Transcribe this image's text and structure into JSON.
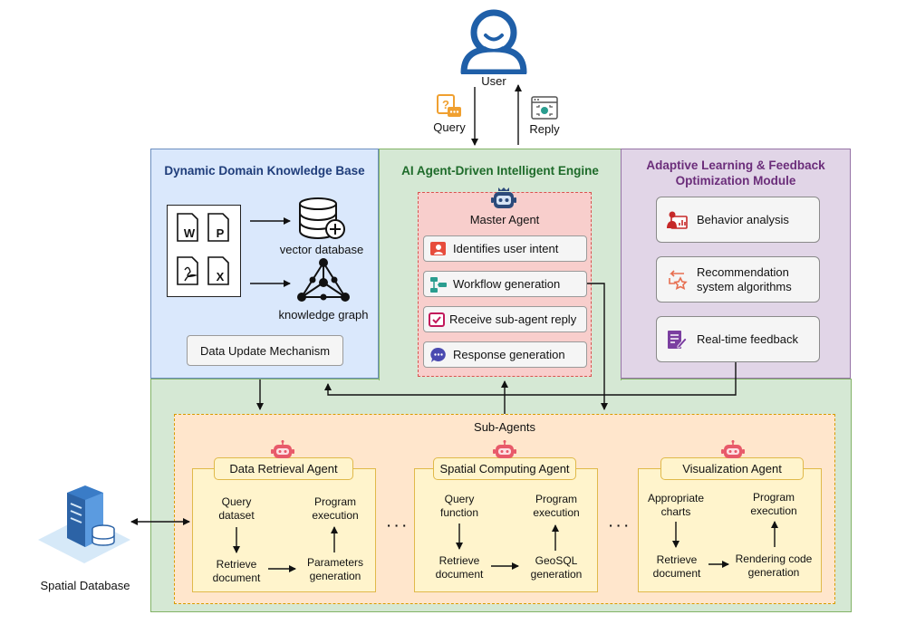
{
  "user": {
    "label": "User",
    "query_label": "Query",
    "reply_label": "Reply"
  },
  "knowledge_base": {
    "title": "Dynamic Domain Knowledge Base",
    "vector_db_label": "vector database",
    "graph_label": "knowledge graph",
    "update_label": "Data Update Mechanism",
    "doc_letters": [
      "W",
      "P",
      "X"
    ]
  },
  "engine": {
    "title": "AI Agent-Driven Intelligent Engine",
    "master": {
      "title": "Master Agent",
      "items": [
        {
          "label": "Identifies user intent"
        },
        {
          "label": "Workflow generation"
        },
        {
          "label": "Receive sub-agent reply"
        },
        {
          "label": "Response generation"
        }
      ]
    }
  },
  "adaptive": {
    "title_line1": "Adaptive Learning & Feedback",
    "title_line2": "Optimization Module",
    "modules": [
      {
        "line1": "Behavior analysis",
        "line2": ""
      },
      {
        "line1": "Recommendation",
        "line2": "system algorithms"
      },
      {
        "line1": "Real-time feedback",
        "line2": ""
      }
    ]
  },
  "sub_agents": {
    "title": "Sub-Agents",
    "ellipsis": "· · ·",
    "agents": [
      {
        "title": "Data Retrieval Agent",
        "steps": {
          "tl1": "Query",
          "tl2": "dataset",
          "tr1": "Program",
          "tr2": "execution",
          "bl1": "Retrieve",
          "bl2": "document",
          "br1": "Parameters",
          "br2": "generation"
        }
      },
      {
        "title": "Spatial Computing Agent",
        "steps": {
          "tl1": "Query",
          "tl2": "function",
          "tr1": "Program",
          "tr2": "execution",
          "bl1": "Retrieve",
          "bl2": "document",
          "br1": "GeoSQL",
          "br2": "generation"
        }
      },
      {
        "title": "Visualization Agent",
        "steps": {
          "tl1": "Appropriate",
          "tl2": "charts",
          "tr1": "Program",
          "tr2": "execution",
          "bl1": "Retrieve",
          "bl2": "document",
          "br1": "Rendering code",
          "br2": "generation"
        }
      }
    ]
  },
  "database": {
    "label": "Spatial Database"
  },
  "colors": {
    "kb_fill": "#dae8fc",
    "kb_border": "#6c8ebf",
    "engine_fill": "#d5e8d4",
    "engine_border": "#82b366",
    "adaptive_fill": "#e1d5e7",
    "adaptive_border": "#9673a6",
    "master_fill": "#f8cecc",
    "master_border": "#d9534f",
    "sub_fill": "#ffe6cc",
    "sub_border": "#d79b00",
    "user_blue": "#1f5fa8",
    "title_blue": "#1f3d7a",
    "title_green": "#1e6b2a",
    "title_purple": "#6b2d7a"
  }
}
